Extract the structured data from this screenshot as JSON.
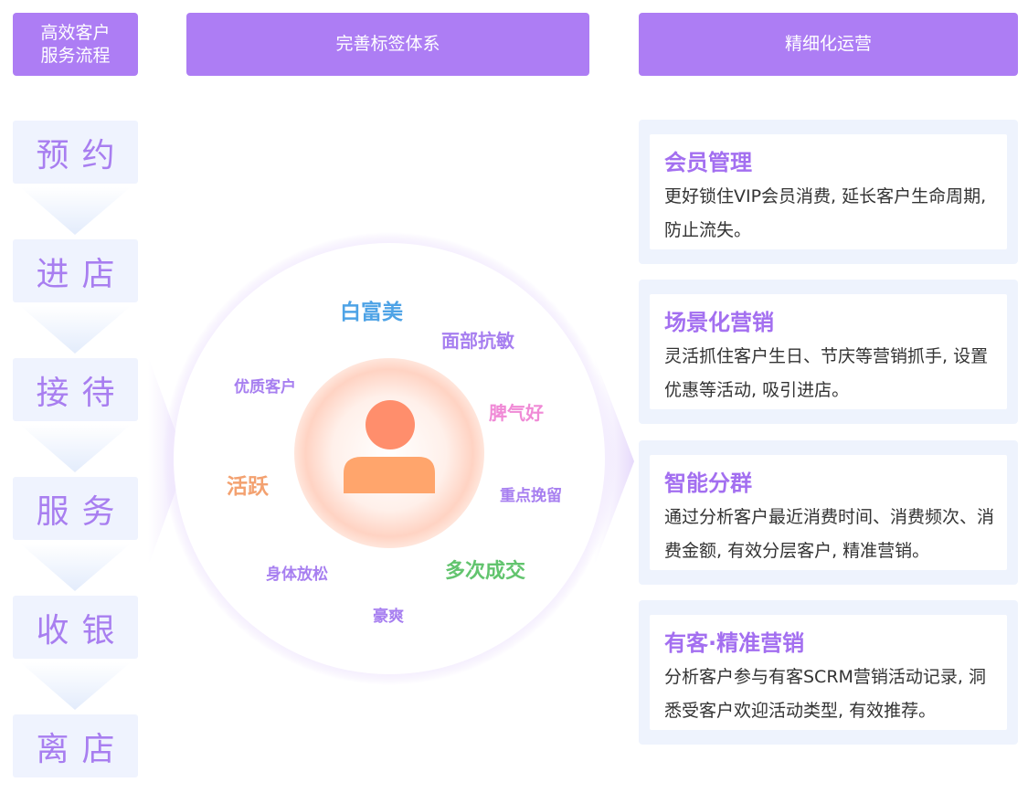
{
  "headers": {
    "process_line1": "高效客户",
    "process_line2": "服务流程",
    "tags": "完善标签体系",
    "ops": "精细化运营"
  },
  "steps": [
    "预约",
    "进店",
    "接待",
    "服务",
    "收银",
    "离店"
  ],
  "tags": [
    {
      "text": "白富美",
      "color": "#4ea3e6"
    },
    {
      "text": "面部抗敏",
      "color": "#a77ff0"
    },
    {
      "text": "优质客户",
      "color": "#a77ff0"
    },
    {
      "text": "脾气好",
      "color": "#f08ad6"
    },
    {
      "text": "活跃",
      "color": "#f3a170"
    },
    {
      "text": "重点挽留",
      "color": "#a77ff0"
    },
    {
      "text": "多次成交",
      "color": "#62c46e"
    },
    {
      "text": "身体放松",
      "color": "#a77ff0"
    },
    {
      "text": "豪爽",
      "color": "#a77ff0"
    }
  ],
  "cards": [
    {
      "title": "会员管理",
      "desc": "更好锁住VIP会员消费, 延长客户生命周期, 防止流失。"
    },
    {
      "title": "场景化营销",
      "desc": "灵活抓住客户生日、节庆等营销抓手, 设置优惠等活动, 吸引进店。"
    },
    {
      "title": "智能分群",
      "desc": "通过分析客户最近消费时间、消费频次、消费金额, 有效分层客户, 精准营销。"
    },
    {
      "title": "有客·精准营销",
      "desc": "分析客户参与有客SCRM营销活动记录, 洞悉受客户欢迎活动类型, 有效推荐。"
    }
  ],
  "colors": {
    "header_bg": "#ad7df4",
    "step_bg": "#eff3fe",
    "step_text": "#a87ef0",
    "card_title": "#a36ff0",
    "avatar": "#ff8e6c"
  }
}
